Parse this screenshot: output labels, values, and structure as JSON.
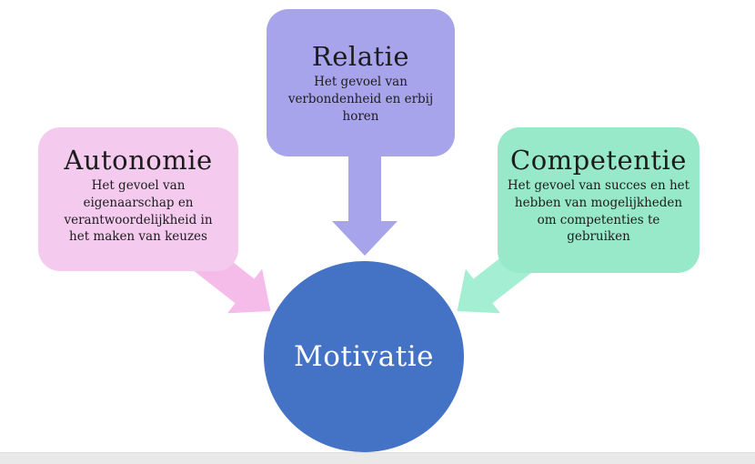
{
  "diagram": {
    "center": {
      "label": "Motivatie"
    },
    "nodes": {
      "autonomie": {
        "title": "Autonomie",
        "body": "Het gevoel van\neigenaarschap en\nverantwoordelijkheid  in\nhet maken van keuzes"
      },
      "relatie": {
        "title": "Relatie",
        "body": "Het gevoel van\nverbondenheid en erbij\nhoren"
      },
      "competentie": {
        "title": "Competentie",
        "body": "Het gevoel van succes en het\nhebben van mogelijkheden\nom competenties te\ngebruiken"
      }
    }
  },
  "colors": {
    "background": "#FFFFFF",
    "box_pink": "#F4CBEF",
    "arrow_pink": "#F5BCEA",
    "box_purple": "#A8A4EB",
    "arrow_purple": "#A8A4EB",
    "box_green": "#97E9CA",
    "arrow_green": "#A4EED3",
    "circle_blue": "#4473C5",
    "circle_text": "#FFFFFF",
    "text_dark": "#1C1C1C",
    "bottom_bar": "#E9E9E9"
  }
}
